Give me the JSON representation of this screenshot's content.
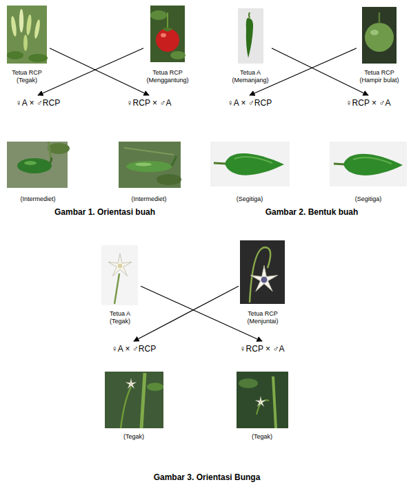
{
  "diagram": {
    "nodes": [
      {
        "text": [
          "Tetua RCP",
          "(Tegak)"
        ]
      },
      {
        "text": [
          "Tetua RCP",
          "(Menggantung)"
        ]
      },
      {
        "text": [
          "♀A × ♂RCP",
          "(Intermediet)"
        ]
      },
      {
        "text": [
          "♀RCP × ♂A",
          "(Intermediet)"
        ]
      },
      {
        "text": [
          "Tetua A",
          "(Memanjang)"
        ]
      },
      {
        "text": [
          "Tetua RCP",
          "(Hampir bulat)"
        ]
      },
      {
        "text": [
          "♀A × ♂RCP",
          "(Segitiga)"
        ]
      },
      {
        "text": [
          "♀RCP × ♂A",
          "(Segitiga)"
        ]
      },
      {
        "text": [
          "Tetua A",
          "(Tegak)"
        ]
      },
      {
        "text": [
          "Tetua RCP",
          "(Menjuntai)"
        ]
      },
      {
        "text": [
          "♀A × ♂RCP",
          "(Tegak)"
        ]
      },
      {
        "text": [
          "♀RCP × ♂A",
          "(Tegak)"
        ]
      }
    ],
    "edges": [
      {
        "from": 0,
        "to": 3,
        "arrow": "to"
      },
      {
        "from": 1,
        "to": 2,
        "arrow": "to"
      },
      {
        "from": 4,
        "to": 7,
        "arrow": "to"
      },
      {
        "from": 5,
        "to": 6,
        "arrow": "to"
      },
      {
        "from": 8,
        "to": 11,
        "arrow": "to"
      },
      {
        "from": 9,
        "to": 10,
        "arrow": "to"
      }
    ],
    "labels": [
      "Gambar 1. Orientasi buah",
      "Gambar 2. Bentuk buah",
      "Gambar 3. Orientasi Bunga"
    ]
  }
}
